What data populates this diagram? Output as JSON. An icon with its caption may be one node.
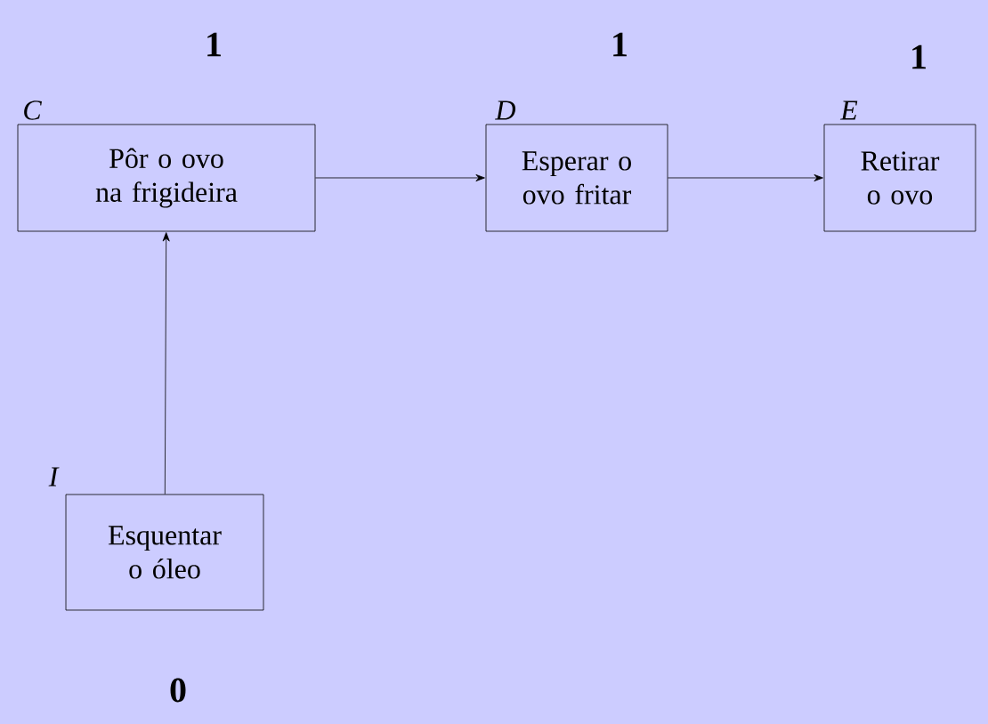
{
  "diagram": {
    "nodes": [
      {
        "text": [
          "Pôr o ovo na frigideira"
        ],
        "beside": [
          "1",
          "C"
        ]
      },
      {
        "text": [
          "Esperar o ovo fritar"
        ],
        "beside": [
          "1",
          "D"
        ]
      },
      {
        "text": [
          "Retirar o ovo"
        ],
        "beside": [
          "1",
          "E"
        ]
      },
      {
        "text": [
          "Esquentar o óleo"
        ],
        "beside": [
          "I",
          "0"
        ]
      }
    ],
    "edges": [
      {
        "from": 0,
        "to": 1,
        "arrow": "to"
      },
      {
        "from": 1,
        "to": 2,
        "arrow": "to"
      },
      {
        "from": 3,
        "to": 0,
        "arrow": "to"
      }
    ]
  }
}
